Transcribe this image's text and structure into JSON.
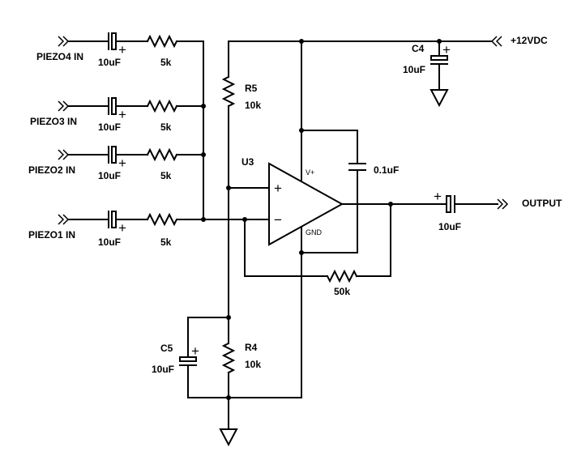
{
  "inputs": [
    {
      "label": "PIEZO4 IN",
      "cap_value": "10uF",
      "res_value": "5k"
    },
    {
      "label": "PIEZO3 IN",
      "cap_value": "10uF",
      "res_value": "5k"
    },
    {
      "label": "PIEZO2 IN",
      "cap_value": "10uF",
      "res_value": "5k"
    },
    {
      "label": "PIEZO1 IN",
      "cap_value": "10uF",
      "res_value": "5k"
    }
  ],
  "supply": {
    "label": "+12VDC"
  },
  "c4": {
    "name": "C4",
    "value": "10uF"
  },
  "r5": {
    "name": "R5",
    "value": "10k"
  },
  "u3": {
    "name": "U3",
    "vplus": "V+",
    "gnd": "GND",
    "plus_sign": "+",
    "minus_sign": "−"
  },
  "bypass": {
    "value": "0.1uF"
  },
  "feedback": {
    "value": "50k"
  },
  "output": {
    "label": "OUTPUT",
    "cap_value": "10uF"
  },
  "c5": {
    "name": "C5",
    "value": "10uF"
  },
  "r4": {
    "name": "R4",
    "value": "10k"
  },
  "polarity_mark": "+"
}
